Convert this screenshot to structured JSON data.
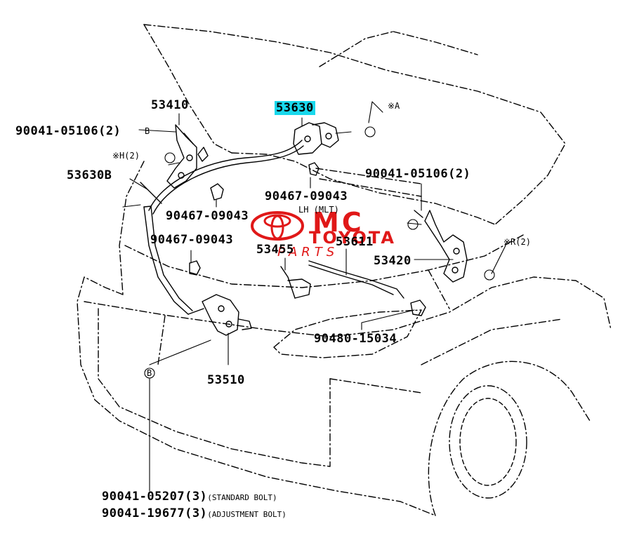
{
  "labels": {
    "p53410": "53410",
    "p53630": "53630",
    "p90041_top": "90041-05106(2)",
    "p90041_top_ref": "B",
    "note_h2": "※H(2)",
    "p53630b": "53630B",
    "note_a": "※A",
    "p90041_right": "90041-05106(2)",
    "p90467_a": "90467-09043",
    "lh_note": "LH (MLT)",
    "p90467_b": "90467-09043",
    "p90467_c": "90467-09043",
    "p53455": "53455",
    "p53611": "53611",
    "p53420": "53420",
    "note_r2": "※R(2)",
    "p90480": "90480-15034",
    "p53510": "53510",
    "ref_b": "B",
    "p90041_bolt1": "90041-05207(3)",
    "bolt1_note": "(STANDARD BOLT)",
    "p90041_bolt2": "90041-19677(3)",
    "bolt2_note": "(ADJUSTMENT BOLT)"
  },
  "highlight_color": "#19d8ec",
  "watermark": {
    "line1": "MC",
    "line2": "TOYOTA",
    "line3": "PARTS",
    "color": "#e01818"
  }
}
